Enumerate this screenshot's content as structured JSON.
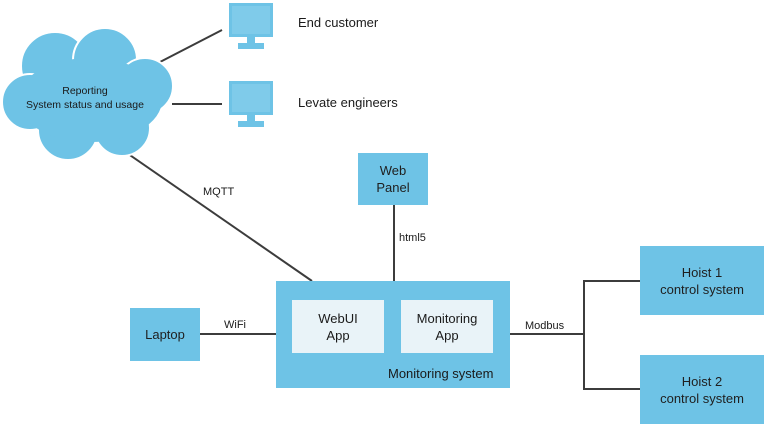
{
  "cloud": {
    "line1": "Reporting",
    "line2": "System status and usage"
  },
  "targets": [
    {
      "label": "End customer"
    },
    {
      "label": "Levate engineers"
    }
  ],
  "web_panel": {
    "line1": "Web",
    "line2": "Panel"
  },
  "monitoring_system": {
    "label": "Monitoring system",
    "webui": {
      "line1": "WebUI",
      "line2": "App"
    },
    "monitoring_app": {
      "line1": "Monitoring",
      "line2": "App"
    }
  },
  "laptop": {
    "label": "Laptop"
  },
  "hoist1": {
    "line1": "Hoist 1",
    "line2": "control system"
  },
  "hoist2": {
    "line1": "Hoist 2",
    "line2": "control system"
  },
  "connections": {
    "mqtt": "MQTT",
    "html5": "html5",
    "wifi": "WiFi",
    "modbus": "Modbus"
  },
  "colors": {
    "box": "#6ec3e6",
    "inner": "#e9f3f8",
    "line": "#3c3c3c"
  }
}
